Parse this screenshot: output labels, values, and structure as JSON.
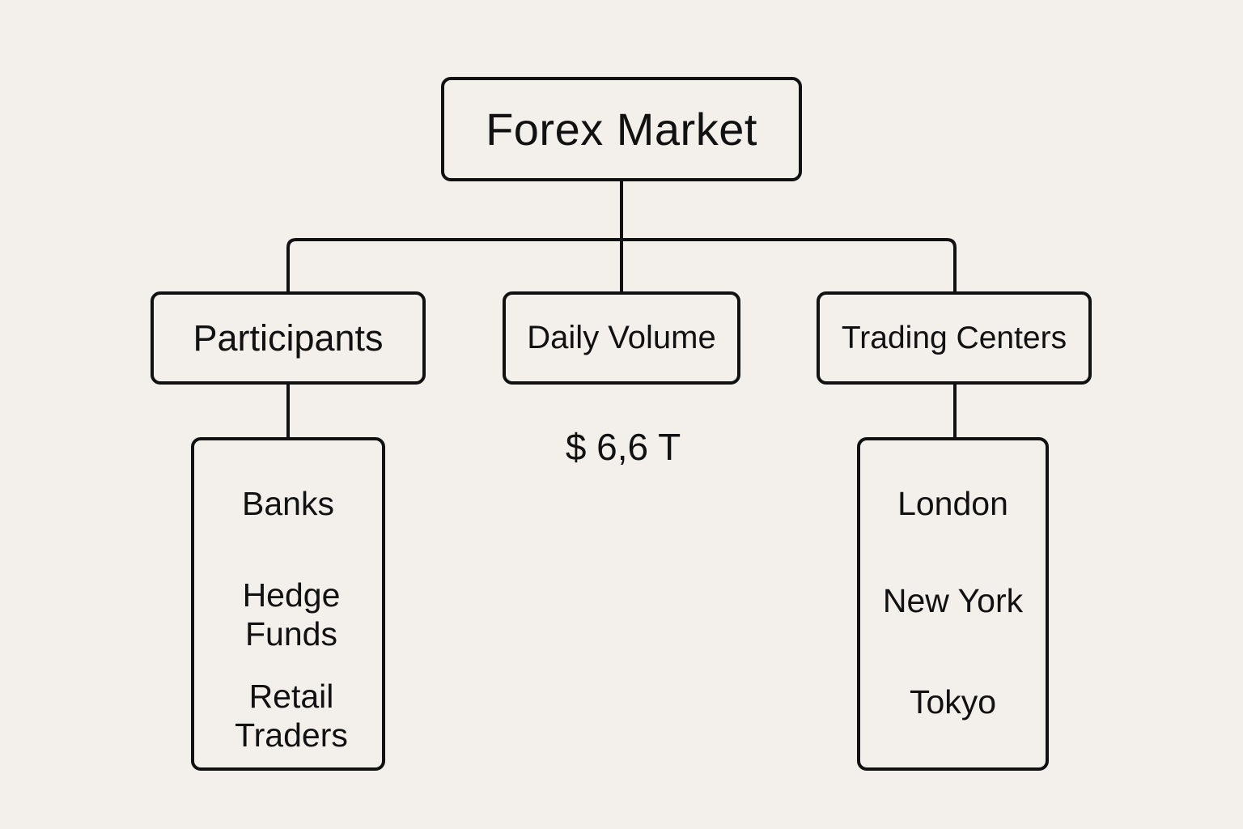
{
  "root": {
    "label": "Forex Market"
  },
  "branches": {
    "participants": {
      "label": "Participants",
      "items": [
        "Banks",
        "Hedge Funds",
        "Retail Traders"
      ]
    },
    "daily_volume": {
      "label": "Daily Volume",
      "value": "$ 6,6 T"
    },
    "trading_centers": {
      "label": "Trading Centers",
      "items": [
        "London",
        "New York",
        "Tokyo"
      ]
    }
  },
  "colors": {
    "background": "#f3f0eb",
    "stroke": "#111111",
    "text": "#111111"
  }
}
